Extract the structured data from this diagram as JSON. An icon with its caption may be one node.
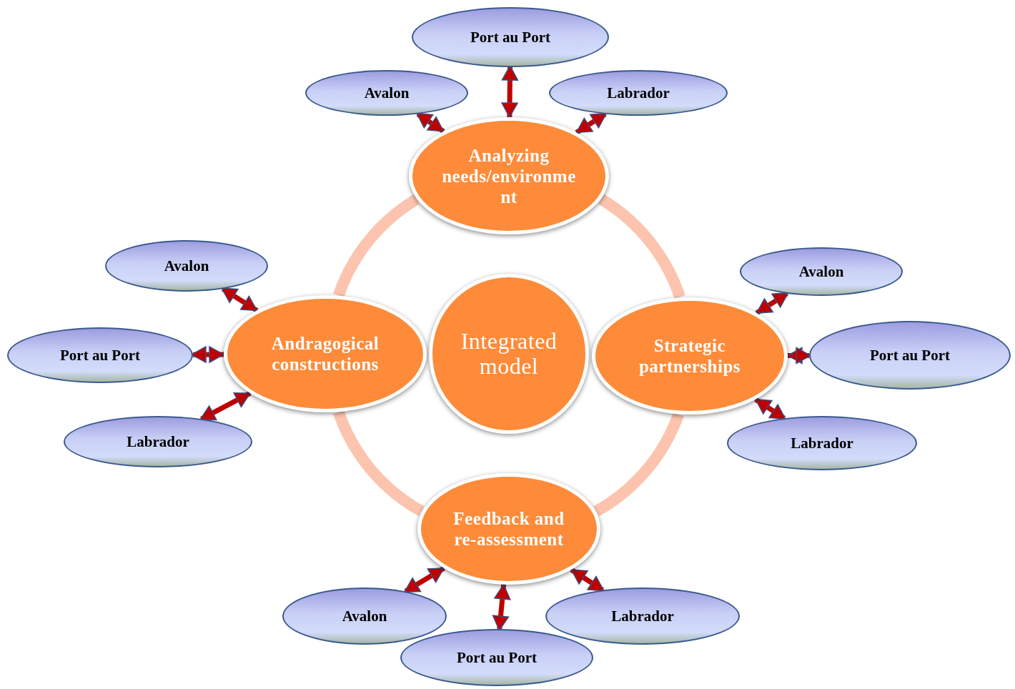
{
  "diagram": {
    "nodes": [
      {
        "text": [
          "Integrated model"
        ]
      },
      {
        "text": [
          "Analyzing needs/environment"
        ]
      },
      {
        "text": [
          "Andragogical constructions"
        ]
      },
      {
        "text": [
          "Strategic partnerships"
        ]
      },
      {
        "text": [
          "Feedback and re-assessment"
        ]
      },
      {
        "text": [
          "Port au Port"
        ]
      },
      {
        "text": [
          "Avalon"
        ]
      },
      {
        "text": [
          "Labrador"
        ]
      },
      {
        "text": [
          "Avalon"
        ]
      },
      {
        "text": [
          "Port au Port"
        ]
      },
      {
        "text": [
          "Labrador"
        ]
      },
      {
        "text": [
          "Avalon"
        ]
      },
      {
        "text": [
          "Port au Port"
        ]
      },
      {
        "text": [
          "Labrador"
        ]
      },
      {
        "text": [
          "Avalon"
        ]
      },
      {
        "text": [
          "Labrador"
        ]
      },
      {
        "text": [
          "Port au Port"
        ]
      }
    ],
    "edges": [
      {
        "from": 1,
        "to": 3,
        "arrow": "none",
        "style": "thick",
        "color": "#fcc4ae"
      },
      {
        "from": 3,
        "to": 4,
        "arrow": "none",
        "style": "thick",
        "color": "#fcc4ae"
      },
      {
        "from": 4,
        "to": 2,
        "arrow": "none",
        "style": "thick",
        "color": "#fcc4ae"
      },
      {
        "from": 2,
        "to": 1,
        "arrow": "none",
        "style": "thick",
        "color": "#fcc4ae"
      },
      {
        "from": 1,
        "to": 5,
        "arrow": "both"
      },
      {
        "from": 1,
        "to": 6,
        "arrow": "both"
      },
      {
        "from": 1,
        "to": 7,
        "arrow": "both"
      },
      {
        "from": 2,
        "to": 8,
        "arrow": "both"
      },
      {
        "from": 2,
        "to": 9,
        "arrow": "both"
      },
      {
        "from": 2,
        "to": 10,
        "arrow": "both"
      },
      {
        "from": 3,
        "to": 11,
        "arrow": "both"
      },
      {
        "from": 3,
        "to": 12,
        "arrow": "both"
      },
      {
        "from": 3,
        "to": 13,
        "arrow": "both"
      },
      {
        "from": 4,
        "to": 14,
        "arrow": "both"
      },
      {
        "from": 4,
        "to": 15,
        "arrow": "both"
      },
      {
        "from": 4,
        "to": 16,
        "arrow": "both"
      }
    ]
  }
}
